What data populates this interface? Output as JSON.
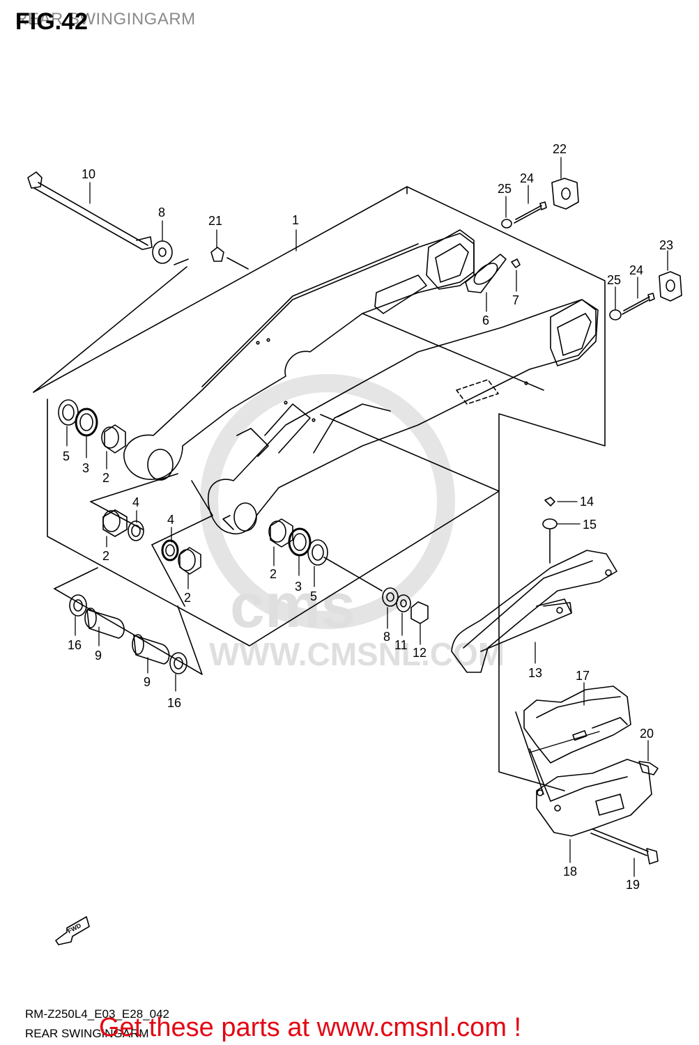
{
  "header": {
    "figure": "FIG.42",
    "subtitle": "REAR SWINGINGARM"
  },
  "footer": {
    "model_code": "RM-Z250L4_E03_E28_042",
    "subtitle": "REAR SWINGINGARM",
    "promo": "Get these parts at www.cmsnl.com !"
  },
  "watermark": {
    "brand": "cms",
    "url": "WWW.CMSNL.COM"
  },
  "fwd_label": "FWD",
  "callouts": {
    "c1": "1",
    "c2a": "2",
    "c2b": "2",
    "c2c": "2",
    "c2d": "2",
    "c3a": "3",
    "c3b": "3",
    "c4a": "4",
    "c4b": "4",
    "c5a": "5",
    "c5b": "5",
    "c6": "6",
    "c7": "7",
    "c8a": "8",
    "c8b": "8",
    "c9a": "9",
    "c9b": "9",
    "c10": "10",
    "c11": "11",
    "c12": "12",
    "c13": "13",
    "c14": "14",
    "c15": "15",
    "c16a": "16",
    "c16b": "16",
    "c17": "17",
    "c18": "18",
    "c19": "19",
    "c20": "20",
    "c21": "21",
    "c22": "22",
    "c23": "23",
    "c24a": "24",
    "c24b": "24",
    "c25a": "25",
    "c25b": "25"
  },
  "colors": {
    "promo": "#e30613",
    "line": "#000000",
    "watermark": "#dcdcdc",
    "subtitle_gray": "#8a8a8a"
  }
}
